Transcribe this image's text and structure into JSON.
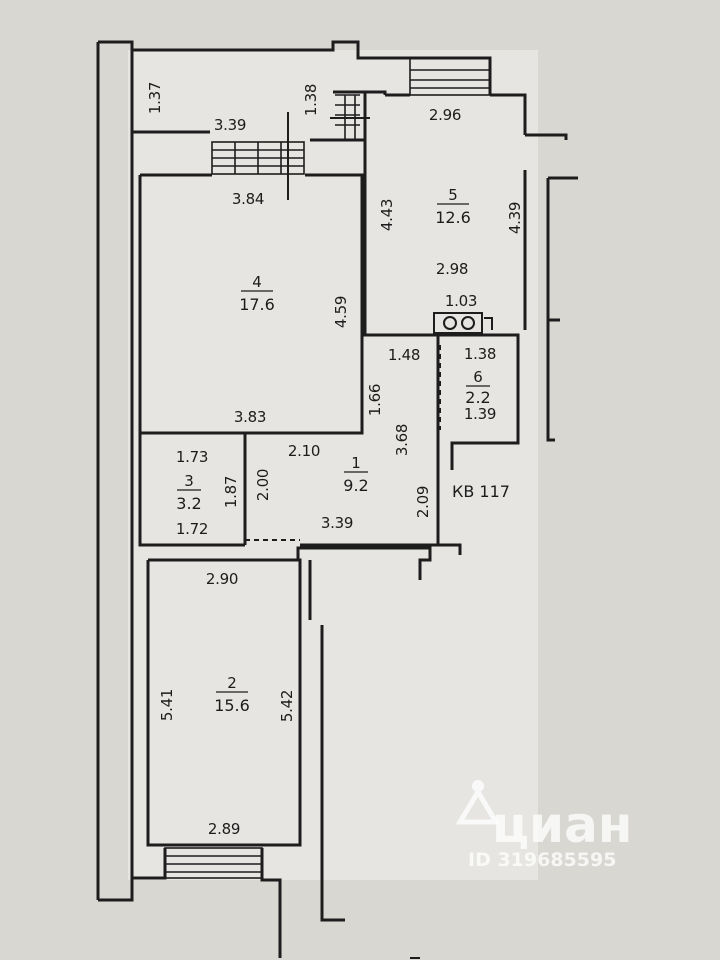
{
  "plan": {
    "apartment_label": "КВ 117",
    "rooms": [
      {
        "number": "1",
        "area": "9.2"
      },
      {
        "number": "2",
        "area": "15.6"
      },
      {
        "number": "3",
        "area": "3.2"
      },
      {
        "number": "4",
        "area": "17.6"
      },
      {
        "number": "5",
        "area": "12.6"
      },
      {
        "number": "6",
        "area": "2.2"
      }
    ],
    "dimensions": {
      "balcony_height": "1.37",
      "balcony_width": "3.39",
      "balcony_door": "1.38",
      "room5_top": "2.96",
      "room5_left": "4.43",
      "room5_right": "4.39",
      "room5_bottom": "2.98",
      "kitchen_stove": "1.03",
      "room4_top": "3.84",
      "room4_right": "4.59",
      "room4_bottom": "3.83",
      "hall_top_left": "1.48",
      "hall_wall": "1.66",
      "hall_right": "3.68",
      "hall_top": "2.10",
      "hall_left": "2.00",
      "hall_bottom": "3.39",
      "hall_entry": "2.09",
      "room6_top": "1.38",
      "room6_bottom": "1.39",
      "room3_top": "1.73",
      "room3_right": "1.87",
      "room3_bottom": "1.72",
      "room2_top": "2.90",
      "room2_left": "5.41",
      "room2_right": "5.42",
      "room2_bottom": "2.89"
    }
  },
  "watermark": {
    "brand": "циан",
    "id_text": "ID 319685595"
  }
}
